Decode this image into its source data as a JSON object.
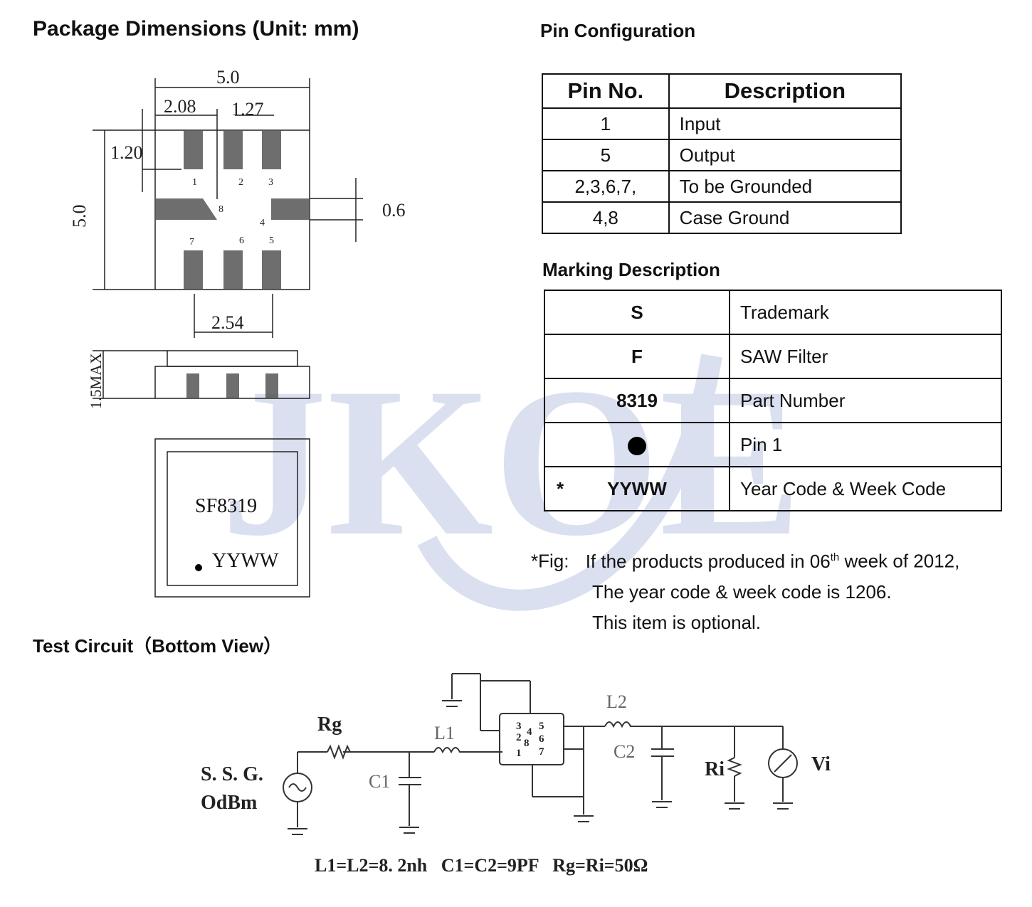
{
  "headings": {
    "package": "Package Dimensions (Unit: mm)",
    "pin_config": "Pin Configuration",
    "marking": "Marking Description",
    "test_circuit": "Test Circuit（Bottom View）"
  },
  "dimensions": {
    "width": "5.0",
    "left_offset": "2.08",
    "pitch_top": "1.27",
    "top_margin": "1.20",
    "height": "5.0",
    "side_pad": "0.6",
    "bottom_pitch": "2.54",
    "max_height": "1.5MAX"
  },
  "pin_numbers": [
    "1",
    "2",
    "3",
    "4",
    "5",
    "6",
    "7",
    "8"
  ],
  "top_marking": {
    "line1": "SF8319",
    "line2": "YYWW"
  },
  "pin_table": {
    "headers": [
      "Pin No.",
      "Description"
    ],
    "rows": [
      {
        "pin": "1",
        "desc": "Input"
      },
      {
        "pin": "5",
        "desc": "Output"
      },
      {
        "pin": "2,3,6,7,",
        "desc": "To be Grounded"
      },
      {
        "pin": "4,8",
        "desc": "Case Ground"
      }
    ]
  },
  "marking_table": {
    "rows": [
      {
        "mark": "S",
        "desc": "Trademark"
      },
      {
        "mark": "F",
        "desc": "SAW Filter"
      },
      {
        "mark": "8319",
        "desc": "Part Number"
      },
      {
        "mark": "",
        "desc": "Pin 1",
        "icon": "filled-dot-icon"
      },
      {
        "prefix": "*",
        "mark": "YYWW",
        "desc": "Year Code & Week Code"
      }
    ]
  },
  "note": {
    "prefix": "*Fig:",
    "line1_a": "If the products produced in 06",
    "line1_sup": "th",
    "line1_b": " week of 2012,",
    "line2": "The year code & week code is 1206.",
    "line3": "This item is optional."
  },
  "circuit": {
    "rg": "Rg",
    "ssg": "S. S. G.",
    "power": "OdBm",
    "c1": "C1",
    "l1": "L1",
    "l2": "L2",
    "c2": "C2",
    "ri": "Ri",
    "vi": "Vi",
    "chip_pins": [
      "3",
      "4",
      "5",
      "2",
      "8",
      "6",
      "1",
      "7"
    ],
    "formula": "L1=L2=8. 2nh   C1=C2=9PF   Rg=Ri=50Ω"
  },
  "watermark": {
    "text": "JKOE",
    "color": "#3a5bb0"
  }
}
